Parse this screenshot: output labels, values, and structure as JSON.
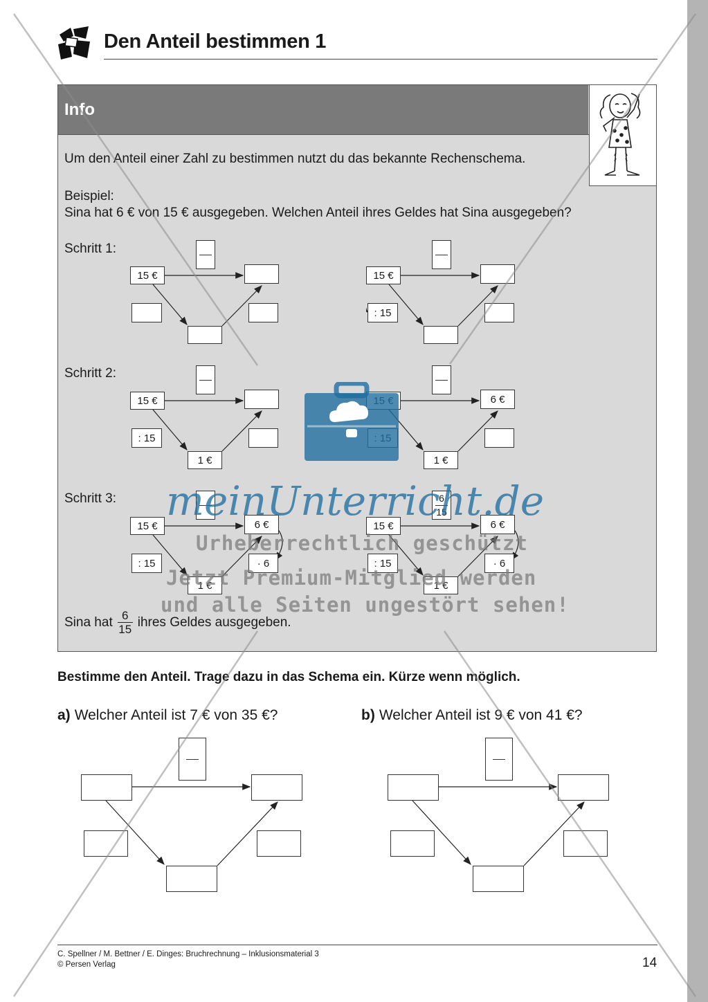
{
  "page": {
    "title": "Den Anteil bestimmen 1",
    "page_number": "14"
  },
  "info": {
    "heading": "Info",
    "intro": "Um den Anteil einer Zahl zu bestimmen nutzt du das bekannte Rechenschema.",
    "example_label": "Beispiel:",
    "example_text": "Sina hat 6 € von 15 € ausgegeben. Welchen Anteil ihres Geldes hat Sina ausgegeben?",
    "step1_label": "Schritt 1:",
    "step2_label": "Schritt 2:",
    "step3_label": "Schritt 3:",
    "schemes": {
      "s1a": {
        "frac_num": "",
        "frac_den": "",
        "top_left": "15 €",
        "top_right": "",
        "left_op": "",
        "right_op": "",
        "bottom": ""
      },
      "s1b": {
        "frac_num": "",
        "frac_den": "",
        "top_left": "15 €",
        "top_right": "",
        "left_op": ": 15",
        "right_op": "",
        "bottom": ""
      },
      "s2a": {
        "frac_num": "",
        "frac_den": "",
        "top_left": "15 €",
        "top_right": "",
        "left_op": ": 15",
        "right_op": "",
        "bottom": "1 €"
      },
      "s2b": {
        "frac_num": "",
        "frac_den": "",
        "top_left": "15 €",
        "top_right": "6 €",
        "left_op": ": 15",
        "right_op": "",
        "bottom": "1 €"
      },
      "s3a": {
        "frac_num": "",
        "frac_den": "",
        "top_left": "15 €",
        "top_right": "6 €",
        "left_op": ": 15",
        "right_op": "· 6",
        "bottom": "1 €"
      },
      "s3b": {
        "frac_num": "6",
        "frac_den": "15",
        "top_left": "15 €",
        "top_right": "6 €",
        "left_op": ": 15",
        "right_op": "· 6",
        "bottom": "1 €"
      }
    },
    "conclusion_prefix": "Sina hat",
    "conclusion_num": "6",
    "conclusion_den": "15",
    "conclusion_suffix": "ihres Geldes ausgegeben."
  },
  "task": {
    "instruction": "Bestimme den Anteil. Trage dazu in das Schema ein. Kürze wenn möglich.",
    "a_label": "a)",
    "a_question": "Welcher Anteil ist 7 € von 35 €?",
    "b_label": "b)",
    "b_question": "Welcher Anteil ist 9 € von 41 €?"
  },
  "footer": {
    "line1": "C. Spellner / M. Bettner / E. Dinges: Bruchrechnung – Inklusionsmaterial 3",
    "line2": "© Persen Verlag"
  },
  "watermark": {
    "brand": "meinUnterricht.de",
    "line1": "Urheberrechtlich geschützt",
    "line2": "Jetzt Premium-Mitglied werden",
    "line3": "und alle Seiten ungestört sehen!"
  },
  "colors": {
    "header_bar": "#7a7a7a",
    "info_background": "#d9d9d9",
    "watermark_blue": "#206ea0",
    "side_bar": "#b4b4b4"
  },
  "icons": [
    "puzzle-logo-icon",
    "girl-illustration",
    "briefcase-cloud-icon"
  ]
}
